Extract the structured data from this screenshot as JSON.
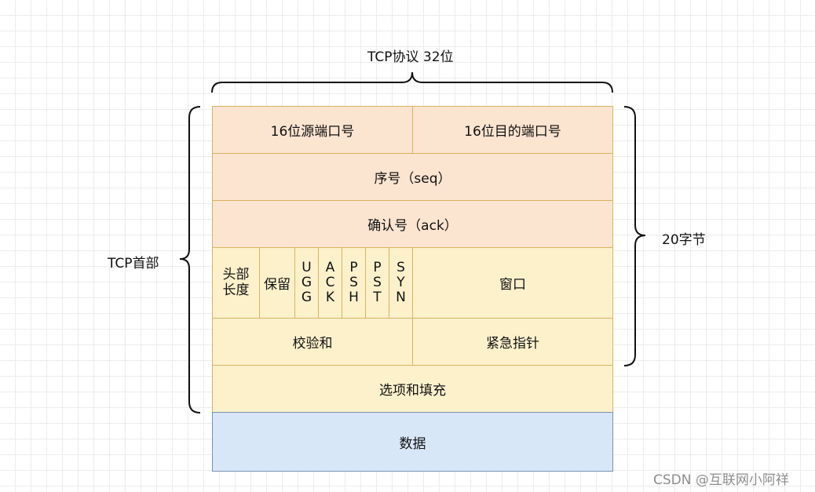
{
  "diagram": {
    "top_label": "TCP协议 32位",
    "left_label": "TCP首部",
    "right_label": "20字节",
    "rows": {
      "src_port": "16位源端口号",
      "dst_port": "16位目的端口号",
      "seq": "序号（seq）",
      "ack": "确认号（ack）",
      "header_length": "头部\n长度",
      "reserved": "保留",
      "flags": [
        "U\nG\nG",
        "A\nC\nK",
        "P\nS\nH",
        "P\nS\nT",
        "S\nY\nN"
      ],
      "window": "窗口",
      "checksum": "校验和",
      "urgent_pointer": "紧急指针",
      "options": "选项和填充",
      "data": "数据"
    }
  },
  "watermark": "CSDN @互联网小阿祥",
  "colors": {
    "header_fill": "#fbe4d0",
    "body_fill": "#fdf1cc",
    "data_fill": "#d8e7f8",
    "border": "#dab261",
    "data_border": "#7591b2"
  }
}
